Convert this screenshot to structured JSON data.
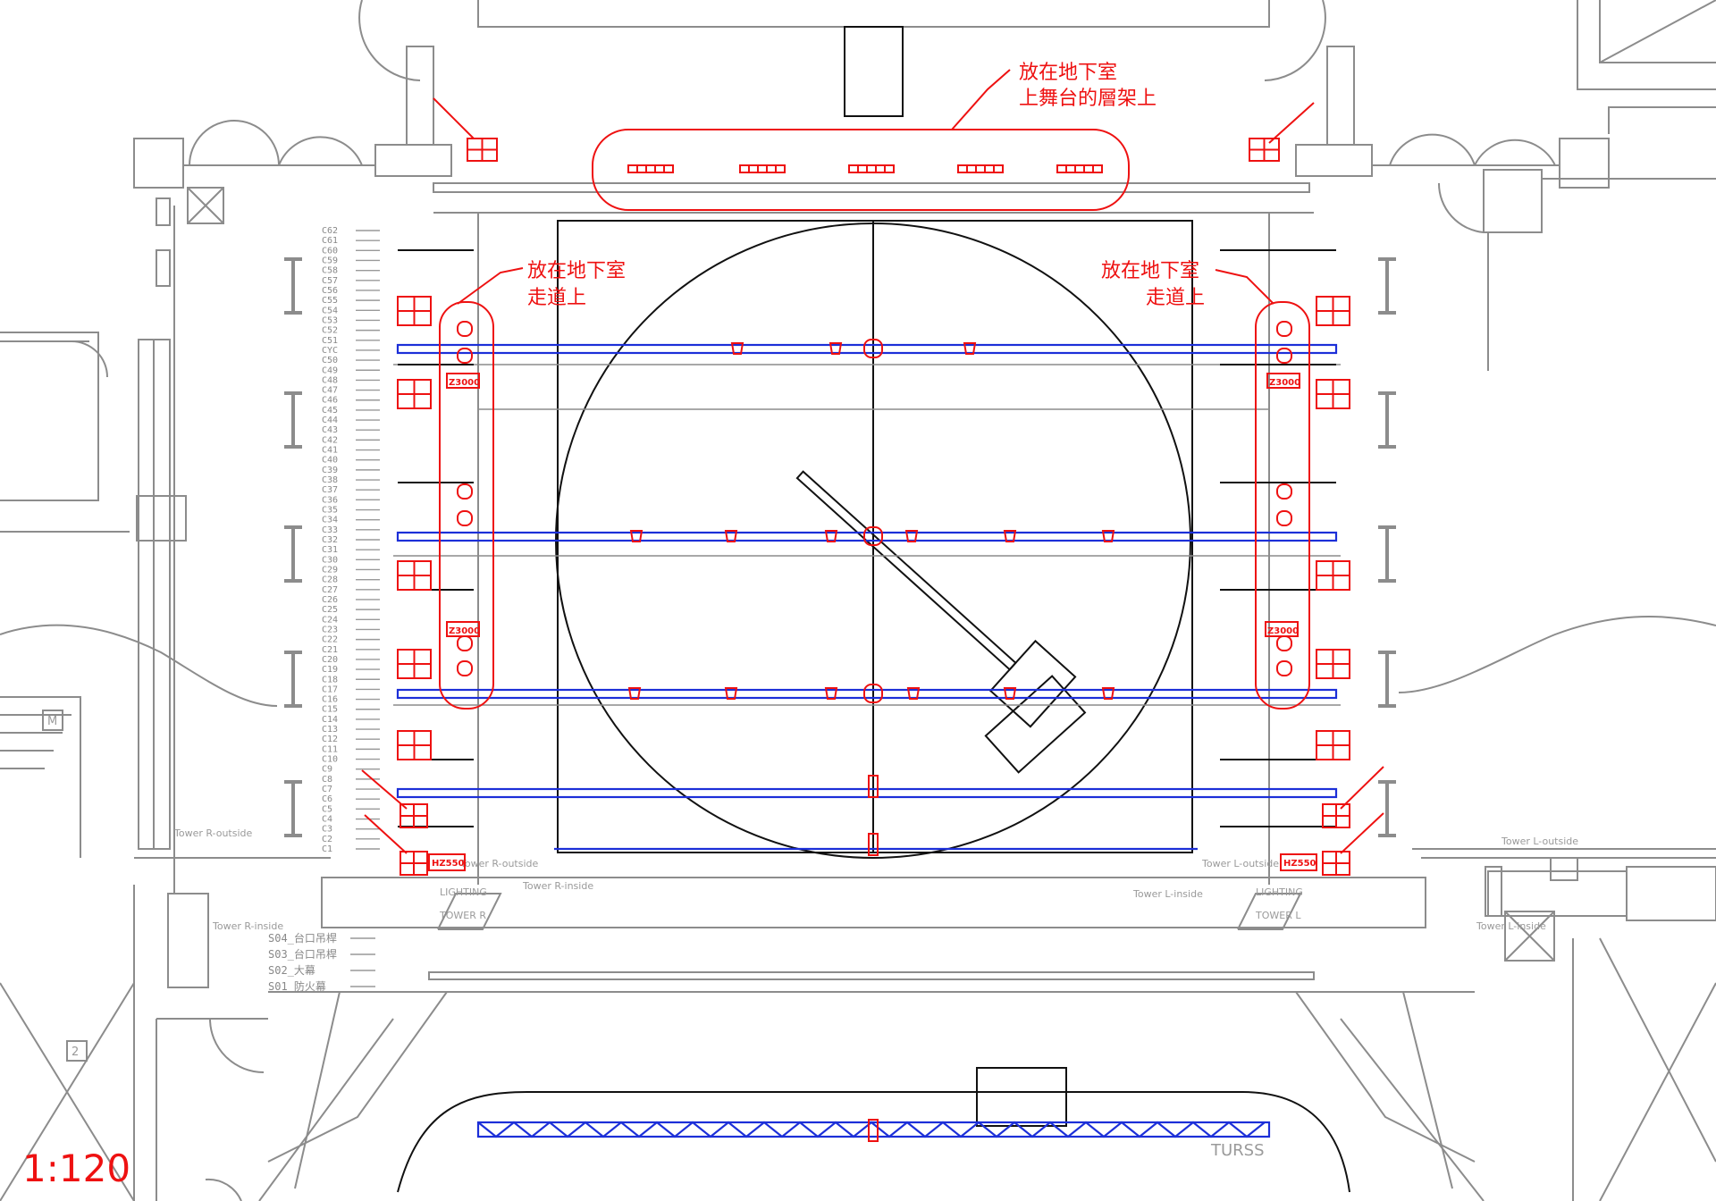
{
  "annotations": {
    "top_line1": "放在地下室",
    "top_line2": "上舞台的層架上",
    "left_line1": "放在地下室",
    "left_line2": "走道上",
    "right_line1": "放在地下室",
    "right_line2": "走道上"
  },
  "scale": "1:120",
  "tags": {
    "z3000": "Z3000",
    "hz550": "HZ550"
  },
  "labels": {
    "tower_r_outside": "Tower R-outside",
    "tower_r_inside": "Tower R-inside",
    "tower_l_outside": "Tower L-outside",
    "tower_l_inside": "Tower L-inside",
    "lighting": "LIGHTING",
    "tower_r": "TOWER R",
    "tower_l": "TOWER L",
    "turss": "TURSS",
    "stair_m": "M",
    "stair_2": "2"
  },
  "bottom_lines": [
    "S04_台口吊桿",
    "S03_台口吊桿",
    "S02_大幕",
    "S01_防火幕"
  ],
  "line_sets": [
    "C62",
    "C61",
    "C60",
    "C59",
    "C58",
    "C57",
    "C56",
    "C55",
    "C54",
    "C53",
    "C52",
    "C51",
    "CYC",
    "C50",
    "C49",
    "C48",
    "C47",
    "C46",
    "C45",
    "C44",
    "C43",
    "C42",
    "C41",
    "C40",
    "C39",
    "C38",
    "C37",
    "C36",
    "C35",
    "C34",
    "C33",
    "C32",
    "C31",
    "C30",
    "C29",
    "C28",
    "C27",
    "C26",
    "C25",
    "C24",
    "C23",
    "C22",
    "C21",
    "C20",
    "C19",
    "C18",
    "C17",
    "C16",
    "C15",
    "C14",
    "C13",
    "C12",
    "C11",
    "C10",
    "C9",
    "C8",
    "C7",
    "C6",
    "C5",
    "C4",
    "C3",
    "C2",
    "C1"
  ],
  "colors": {
    "annotation": "#ee1111",
    "truss": "#1c2fd8",
    "stage": "#111111",
    "building": "#8c8c8c"
  }
}
